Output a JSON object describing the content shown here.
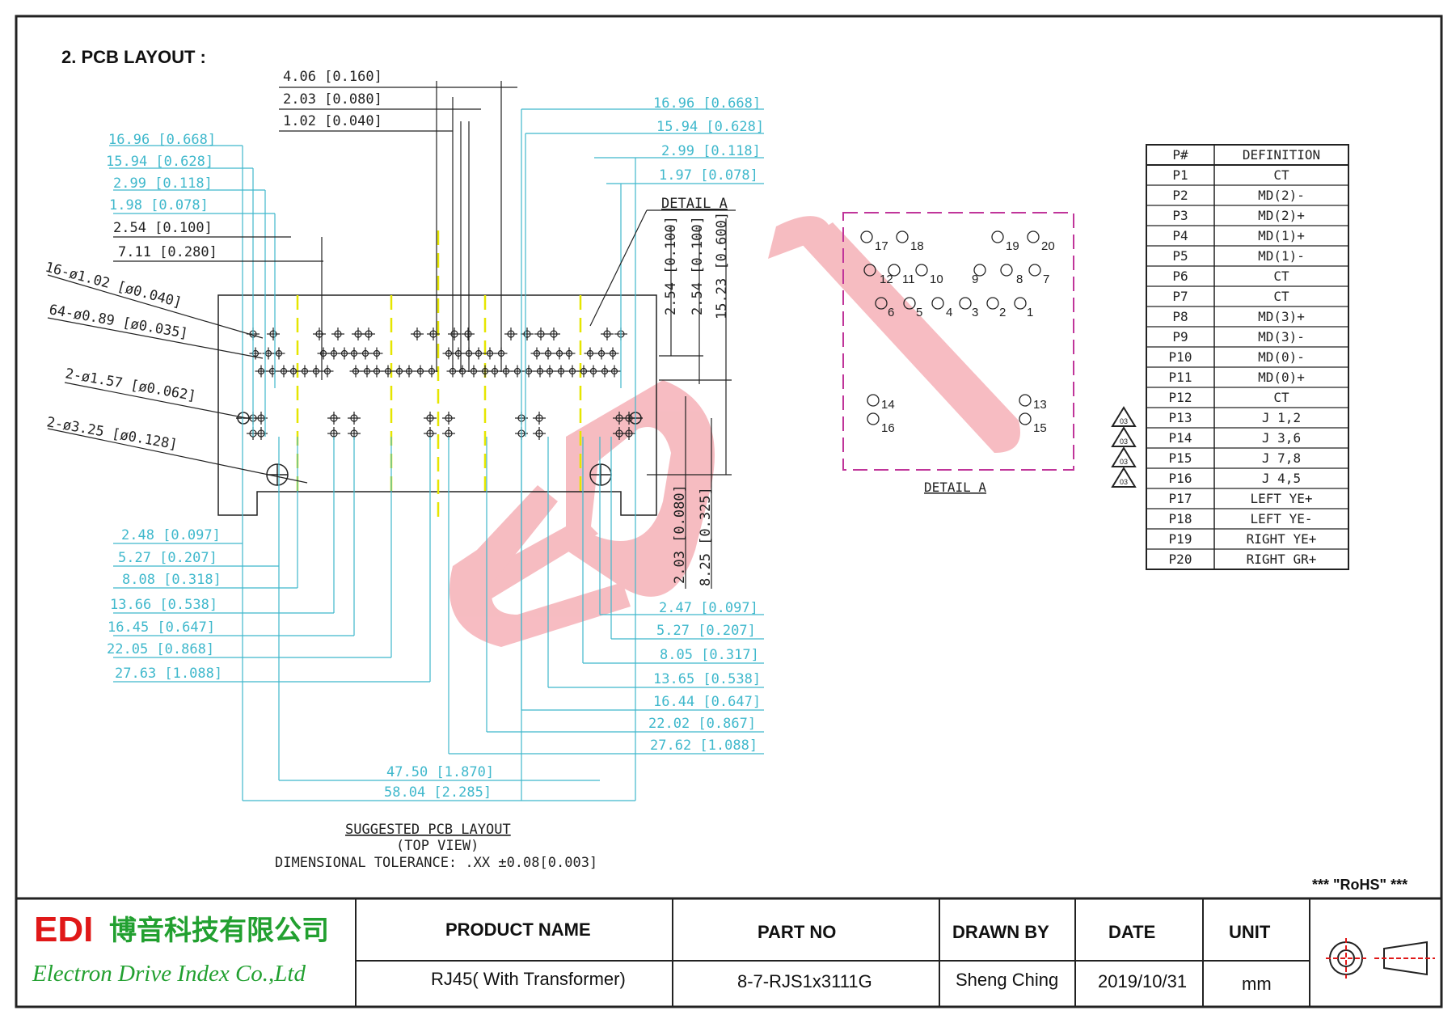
{
  "section_title": "2. PCB LAYOUT :",
  "top_dims_black": [
    "4.06 [0.160]",
    "2.03 [0.080]",
    "1.02 [0.040]"
  ],
  "left_dims_top": [
    "16.96 [0.668]",
    "15.94 [0.628]",
    "2.99 [0.118]",
    "1.98 [0.078]",
    "2.54 [0.100]",
    "7.11 [0.280]"
  ],
  "right_dims_top": [
    "16.96 [0.668]",
    "15.94 [0.628]",
    "2.99 [0.118]",
    "1.97 [0.078]"
  ],
  "hole_callouts": [
    "16-ø1.02 [ø0.040]",
    "64-ø0.89 [ø0.035]",
    "2-ø1.57 [ø0.062]",
    "2-ø3.25 [ø0.128]"
  ],
  "detail_label": "DETAIL A",
  "vertical_dims_top": [
    "2.54 [0.100]",
    "2.54 [0.100]",
    "15.23 [0.600]"
  ],
  "vertical_dims_bottom": [
    "2.03 [0.080]",
    "8.25 [0.325]"
  ],
  "left_dims_bottom": [
    "2.48 [0.097]",
    "5.27 [0.207]",
    "8.08 [0.318]",
    "13.66 [0.538]",
    "16.45 [0.647]",
    "22.05 [0.868]",
    "27.63 [1.088]"
  ],
  "right_dims_bottom": [
    "2.47 [0.097]",
    "5.27 [0.207]",
    "8.05 [0.317]",
    "13.65 [0.538]",
    "16.44 [0.647]",
    "22.02 [0.867]",
    "27.62 [1.088]"
  ],
  "overall_dims": [
    "47.50 [1.870]",
    "58.04 [2.285]"
  ],
  "caption": {
    "title": "SUGGESTED PCB LAYOUT",
    "view": "(TOP VIEW)",
    "tolerance": "DIMENSIONAL TOLERANCE: .XX ±0.08[0.003]"
  },
  "detail_pins": [
    "17",
    "18",
    "19",
    "20",
    "12",
    "11",
    "10",
    "9",
    "8",
    "7",
    "6",
    "5",
    "4",
    "3",
    "2",
    "1",
    "14",
    "16",
    "13",
    "15"
  ],
  "pin_table": {
    "headers": [
      "P#",
      "DEFINITION"
    ],
    "rows": [
      [
        "P1",
        "CT"
      ],
      [
        "P2",
        "MD(2)-"
      ],
      [
        "P3",
        "MD(2)+"
      ],
      [
        "P4",
        "MD(1)+"
      ],
      [
        "P5",
        "MD(1)-"
      ],
      [
        "P6",
        "CT"
      ],
      [
        "P7",
        "CT"
      ],
      [
        "P8",
        "MD(3)+"
      ],
      [
        "P9",
        "MD(3)-"
      ],
      [
        "P10",
        "MD(0)-"
      ],
      [
        "P11",
        "MD(0)+"
      ],
      [
        "P12",
        "CT"
      ],
      [
        "P13",
        "J 1,2"
      ],
      [
        "P14",
        "J 3,6"
      ],
      [
        "P15",
        "J 7,8"
      ],
      [
        "P16",
        "J 4,5"
      ],
      [
        "P17",
        "LEFT YE+"
      ],
      [
        "P18",
        "LEFT YE-"
      ],
      [
        "P19",
        "RIGHT YE+"
      ],
      [
        "P20",
        "RIGHT GR+"
      ]
    ],
    "marker_label": "03"
  },
  "rohs": "*** \"RoHS\" ***",
  "watermark": "EDI",
  "title_block": {
    "logo_letters": "EDI",
    "company_cn": "博音科技有限公司",
    "company_en": "Electron Drive Index Co.,Ltd",
    "headers": [
      "PRODUCT NAME",
      "PART NO",
      "DRAWN BY",
      "DATE",
      "UNIT"
    ],
    "values": [
      "RJ45( With Transformer)",
      "8-7-RJS1x3111G",
      "Sheng Ching",
      "2019/10/31",
      "mm"
    ]
  },
  "colors": {
    "cyan": "#3fb8cc",
    "magenta": "#c0359a",
    "yellow": "#e6e600",
    "watermark": "#f4a6ad",
    "logo_red": "#e01818",
    "logo_green": "#22a030"
  }
}
